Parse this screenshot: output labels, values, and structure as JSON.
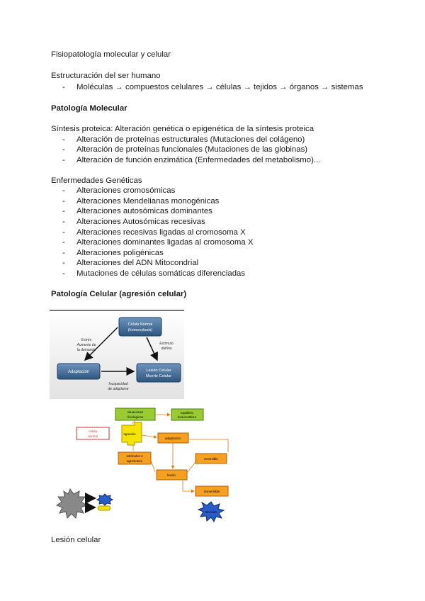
{
  "title": "Fisiopatología molecular y celular",
  "structure": {
    "heading": "Estructuración del ser humano",
    "items": [
      "Moléculas → compuestos celulares → células → tejidos → órganos → sistemas"
    ]
  },
  "molecular": {
    "heading": "Patología Molecular",
    "synthesis": "Síntesis proteica: Alteración genética o epigenética de la síntesis proteica",
    "items": [
      "Alteración de proteínas estructurales (Mutaciones del colágeno)",
      "Alteración de proteínas funcionales (Mutaciones de las globinas)",
      "Alteración de función enzimática (Enfermedades del metabolismo)..."
    ]
  },
  "genetic": {
    "heading": "Enfermedades Genéticas",
    "items": [
      "Alteraciones cromosómicas",
      "Alteraciones Mendelianas monogénicas",
      "Alteraciones autosómicas dominantes",
      "Alteraciones Autosómicas recesivas",
      "Alteraciones recesivas ligadas al cromosoma X",
      "Alteraciones dominantes ligadas al cromosoma X",
      "Alteraciones poligénicas",
      "Alteraciones del ADN Mitocondrial",
      "Mutaciones de células somáticas diferenciadas"
    ]
  },
  "cellular": {
    "heading": "Patología Celular (agresión celular)"
  },
  "diagram1": {
    "normal": [
      "Célula Normal",
      "(homeostasis)"
    ],
    "adaptation": "Adaptación",
    "injury": [
      "Lesión Celular",
      "Muerte Celular"
    ],
    "left_label": [
      "Estrés",
      "Aumento de",
      "la demanda"
    ],
    "right_label": [
      "Estímulo",
      "dañino"
    ],
    "bottom_label": [
      "Incapacidad",
      "de adaptarse"
    ]
  },
  "diagram2": {
    "situaciones": [
      "situaciones",
      "fisiológicas"
    ],
    "equilibrio": [
      "equilibrio",
      "homeostático"
    ],
    "celula": [
      "célula",
      "normal"
    ],
    "agresion": "agresión",
    "adaptacion": "adaptación",
    "estimulos": [
      "estímulos o",
      "agresiones"
    ],
    "lesion": "lesión",
    "reversible": "reversible",
    "irreversible": "irreversible",
    "necrosis": "necrosis"
  },
  "footer": {
    "heading": "Lesión celular"
  },
  "colors": {
    "box_blue": "#3e6a92",
    "orange": "#f5a020",
    "green": "#99cc33",
    "red_border": "#cc3333"
  }
}
